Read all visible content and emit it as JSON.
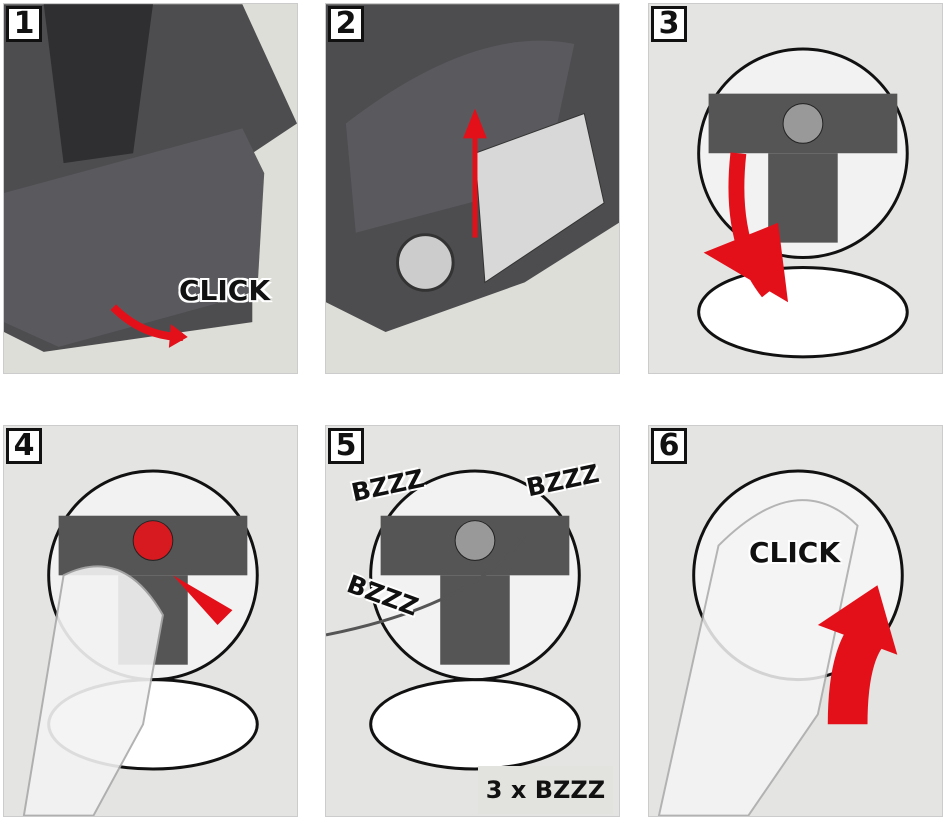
{
  "steps": [
    {
      "number": "1",
      "label": "CLICK"
    },
    {
      "number": "2"
    },
    {
      "number": "3"
    },
    {
      "number": "4"
    },
    {
      "number": "5",
      "sounds": [
        "BZZZ",
        "BZZZ",
        "BZZZ"
      ],
      "badge": "3 x BZZZ"
    },
    {
      "number": "6",
      "label": "CLICK"
    }
  ],
  "colors": {
    "arrow": "#e3101a",
    "device": "#4a4a4c",
    "map_bg": "#e4e4e2",
    "panel_bg": "#deded8"
  }
}
